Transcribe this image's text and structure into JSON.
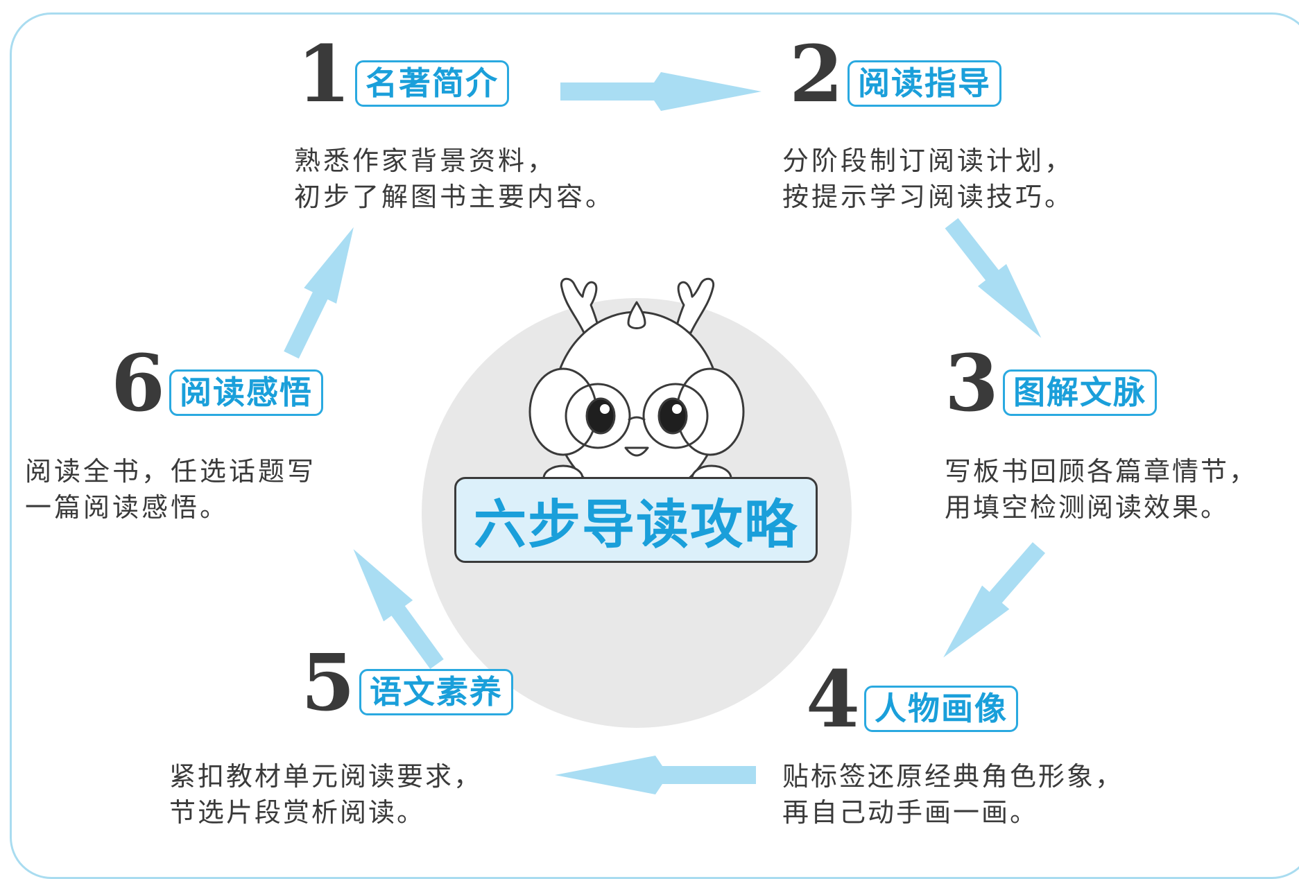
{
  "center": {
    "title": "六步导读攻略"
  },
  "steps": [
    {
      "number": "1",
      "title": "名著简介",
      "lines": [
        "熟悉作家背景资料，",
        "初步了解图书主要内容。"
      ]
    },
    {
      "number": "2",
      "title": "阅读指导",
      "lines": [
        "分阶段制订阅读计划，",
        "按提示学习阅读技巧。"
      ]
    },
    {
      "number": "3",
      "title": "图解文脉",
      "lines": [
        "写板书回顾各篇章情节，",
        "用填空检测阅读效果。"
      ]
    },
    {
      "number": "4",
      "title": "人物画像",
      "lines": [
        "贴标签还原经典角色形象，",
        "再自己动手画一画。"
      ]
    },
    {
      "number": "5",
      "title": "语文素养",
      "lines": [
        "紧扣教材单元阅读要求，",
        "节选片段赏析阅读。"
      ]
    },
    {
      "number": "6",
      "title": "阅读感悟",
      "lines": [
        "阅读全书，任选话题写",
        "一篇阅读感悟。"
      ]
    }
  ],
  "colors": {
    "accent": "#1a9fda",
    "arrow": "#a9ddf3",
    "text": "#3a3a3a",
    "center_circle": "#e8e8e8",
    "label_fill": "#dcf0fa"
  },
  "icons": [
    "dragon-mascot-icon",
    "arrow-icon"
  ]
}
